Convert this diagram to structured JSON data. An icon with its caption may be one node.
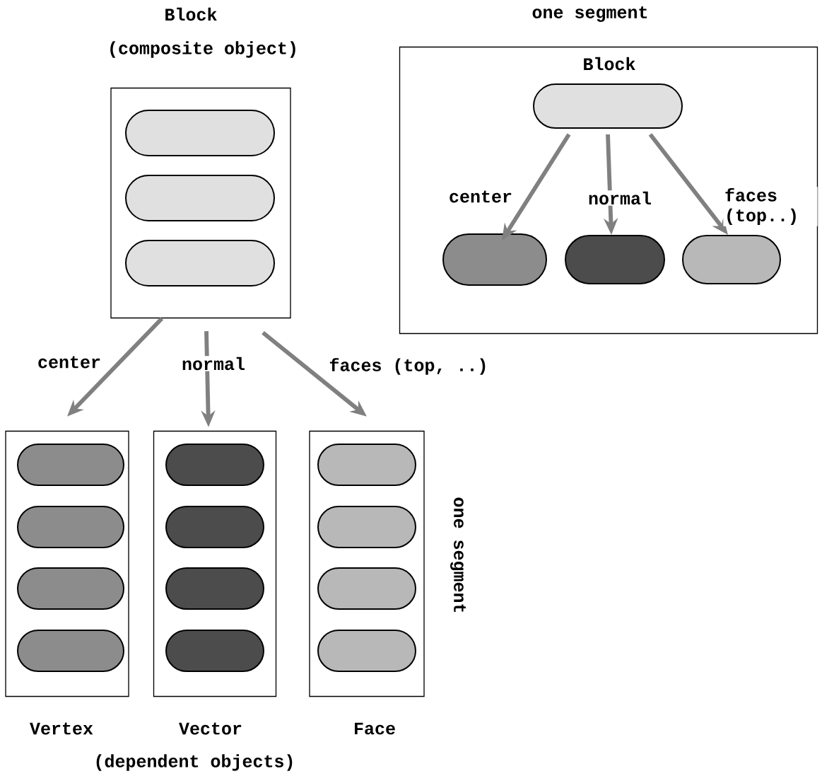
{
  "diagram": {
    "nodes": [
      {
        "text": [
          "Block",
          "(composite object)"
        ]
      },
      {
        "text": [],
        "shape": "pill",
        "in": 0
      },
      {
        "text": [],
        "shape": "pill",
        "in": 0
      },
      {
        "text": [],
        "shape": "pill",
        "in": 0
      },
      {
        "text": [
          "Vertex"
        ]
      },
      {
        "text": [],
        "shape": "pill",
        "in": 4
      },
      {
        "text": [],
        "shape": "pill",
        "in": 4
      },
      {
        "text": [],
        "shape": "pill",
        "in": 4
      },
      {
        "text": [],
        "shape": "pill",
        "in": 4
      },
      {
        "text": [
          "Vector"
        ]
      },
      {
        "text": [],
        "shape": "pill",
        "in": 9
      },
      {
        "text": [],
        "shape": "pill",
        "in": 9
      },
      {
        "text": [],
        "shape": "pill",
        "in": 9
      },
      {
        "text": [],
        "shape": "pill",
        "in": 9
      },
      {
        "text": [
          "Face"
        ]
      },
      {
        "text": [],
        "shape": "pill",
        "in": 14
      },
      {
        "text": [],
        "shape": "pill",
        "in": 14
      },
      {
        "text": [],
        "shape": "pill",
        "in": 14
      },
      {
        "text": [],
        "shape": "pill",
        "in": 14
      },
      {
        "text": [
          "one segment"
        ]
      },
      {
        "text": [
          "Block"
        ],
        "in": 19
      },
      {
        "text": [],
        "shape": "pill",
        "in": 19
      },
      {
        "text": [],
        "shape": "pill",
        "in": 19
      },
      {
        "text": [],
        "shape": "pill",
        "in": 19
      }
    ],
    "edges": [
      {
        "from": 0,
        "to": 4,
        "arrow": "to",
        "label": "center"
      },
      {
        "from": 0,
        "to": 9,
        "arrow": "to",
        "label": "normal"
      },
      {
        "from": 0,
        "to": 14,
        "arrow": "to",
        "label": "faces (top, ..)"
      },
      {
        "from": 20,
        "to": 21,
        "arrow": "to",
        "label": "center"
      },
      {
        "from": 20,
        "to": 22,
        "arrow": "to",
        "label": "normal"
      },
      {
        "from": 20,
        "to": 23,
        "arrow": "to",
        "label": "faces (top..)"
      }
    ],
    "labels": [
      "(dependent objects)",
      "one segment"
    ]
  }
}
